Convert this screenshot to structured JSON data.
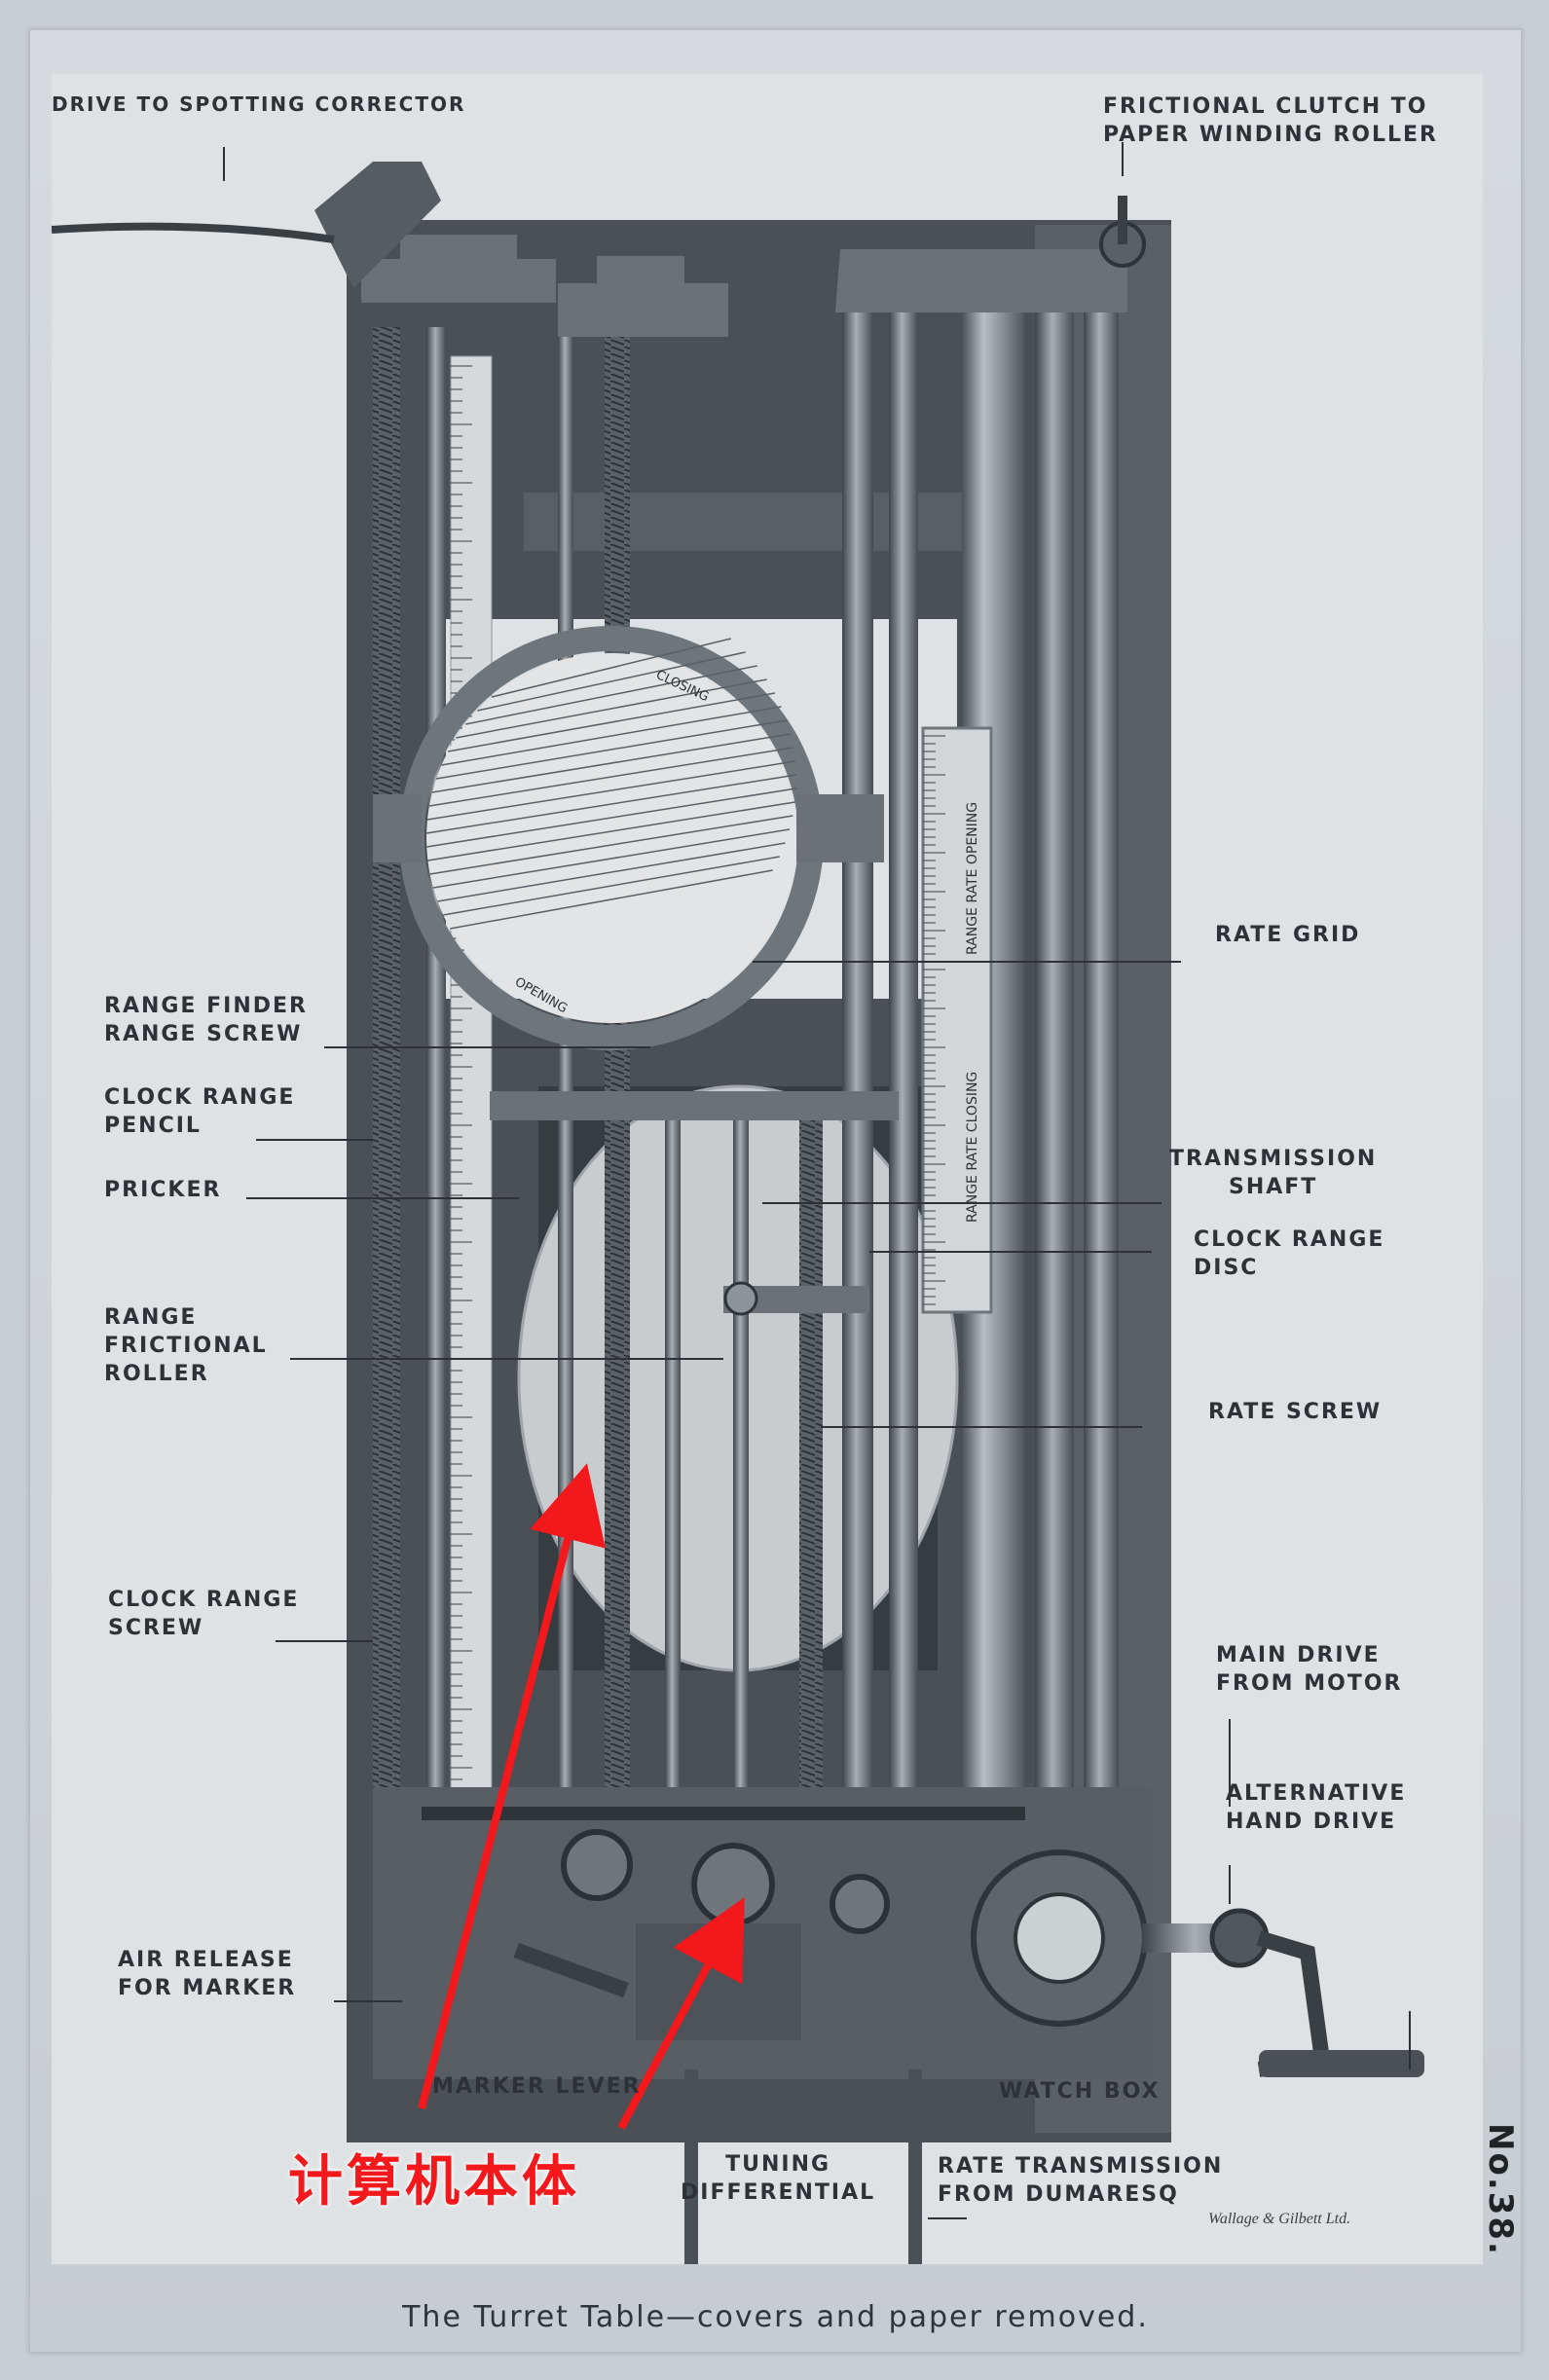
{
  "labels": {
    "drive_to_spotting_corrector": "DRIVE TO SPOTTING CORRECTOR",
    "frictional_clutch": "FRICTIONAL CLUTCH TO\nPAPER WINDING ROLLER",
    "rate_grid": "RATE GRID",
    "range_finder_range_screw": "RANGE FINDER\nRANGE SCREW",
    "clock_range_pencil": "CLOCK RANGE\nPENCIL",
    "pricker": "PRICKER",
    "transmission_shaft": "TRANSMISSION\nSHAFT",
    "clock_range_disc": "CLOCK RANGE\nDISC",
    "range_frictional_roller": "RANGE\nFRICTIONAL\nROLLER",
    "rate_screw": "RATE SCREW",
    "clock_range_screw": "CLOCK RANGE\nSCREW",
    "main_drive_from_motor": "MAIN DRIVE\nFROM MOTOR",
    "alternative_hand_drive": "ALTERNATIVE\nHAND DRIVE",
    "air_release_for_marker": "AIR RELEASE\nFOR MARKER",
    "marker_lever": "MARKER LEVER",
    "watch_box": "WATCH BOX",
    "tuning_differential": "TUNING\nDIFFERENTIAL",
    "rate_transmission": "RATE TRANSMISSION\nFROM DUMARESQ"
  },
  "scale_text": {
    "rate_opening": "RANGE RATE OPENING",
    "rate_closing": "RANGE RATE CLOSING",
    "closing": "CLOSING",
    "opening": "OPENING"
  },
  "caption": "The Turret Table—covers and paper removed.",
  "maker": "Wallage & Gilbett Ltd.",
  "plate_number": "No.38.",
  "annotation": "计算机本体",
  "colors": {
    "annotation": "#f2181c",
    "ink": "#2e3236",
    "metal": "#6e757b",
    "background": "#dfe2e4"
  }
}
